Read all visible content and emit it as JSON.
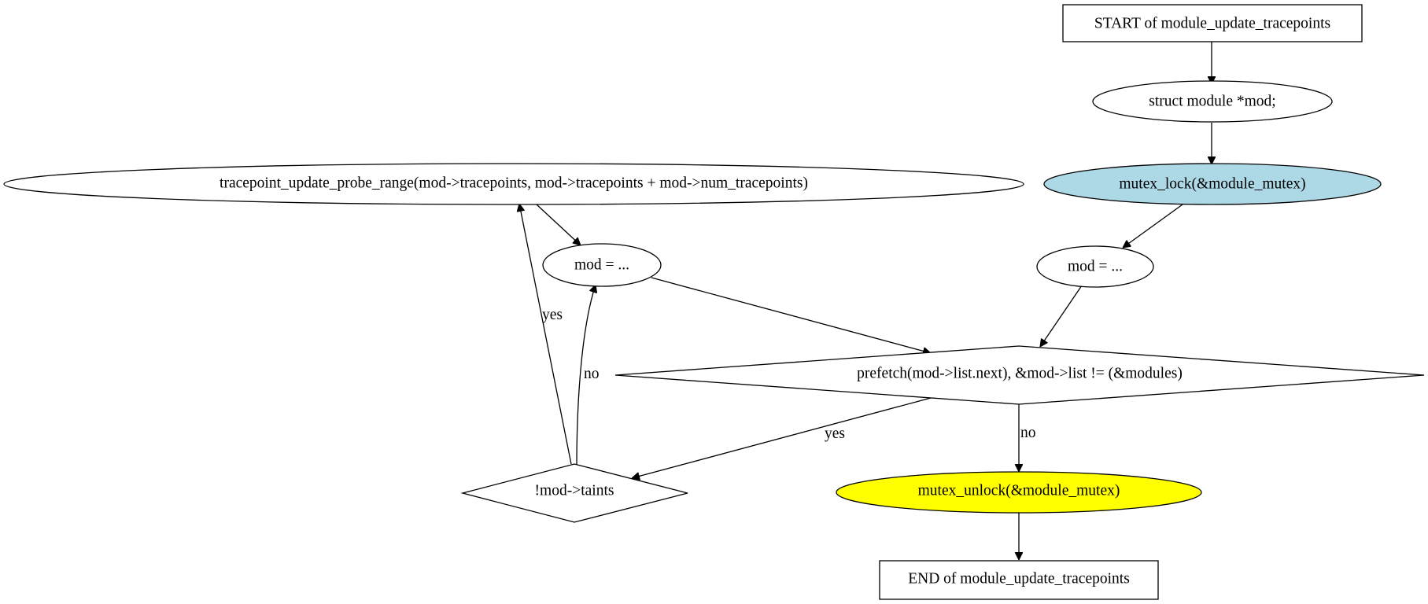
{
  "colors": {
    "background": "#ffffff",
    "stroke": "#000000",
    "lock_fill": "#add8e6",
    "unlock_fill": "#ffff00",
    "default_fill": "#ffffff"
  },
  "nodes": {
    "start": {
      "label": "START of module_update_tracepoints"
    },
    "decl": {
      "label": "struct module *mod;"
    },
    "lock": {
      "label": "mutex_lock(&module_mutex)"
    },
    "mod_init": {
      "label": "mod = ..."
    },
    "loop_cond": {
      "label": "prefetch(mod->list.next), &mod->list != (&modules)"
    },
    "update": {
      "label": "tracepoint_update_probe_range(mod->tracepoints, mod->tracepoints + mod->num_tracepoints)"
    },
    "mod_next": {
      "label": "mod = ..."
    },
    "taint_cond": {
      "label": "!mod->taints"
    },
    "unlock": {
      "label": "mutex_unlock(&module_mutex)"
    },
    "end": {
      "label": "END of module_update_tracepoints"
    }
  },
  "edges": {
    "loop_yes": {
      "label": "yes"
    },
    "loop_no": {
      "label": "no"
    },
    "taint_yes": {
      "label": "yes"
    },
    "taint_no": {
      "label": "no"
    }
  }
}
